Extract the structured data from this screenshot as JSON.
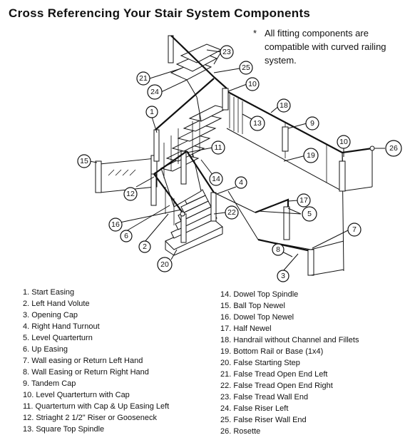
{
  "title": "Cross Referencing Your Stair System Components",
  "note": {
    "star": "*",
    "text": "All fitting components are compatible with curved railing system."
  },
  "legend_left": [
    "1. Start Easing",
    "2. Left Hand Volute",
    "3. Opening Cap",
    "4. Right Hand Turnout",
    "5. Level Quarterturn",
    "6. Up Easing",
    "7. Wall easing or Return Left Hand",
    "8. Wall Easing or Return Right Hand",
    "9. Tandem Cap",
    "10. Level Quarterturn with Cap",
    "11. Quarterturn with Cap & Up Easing Left",
    "12. Striaght 2 1/2\" Riser or Gooseneck",
    "13. Square Top Spindle"
  ],
  "legend_right": [
    "14. Dowel Top Spindle",
    "15. Ball Top Newel",
    "16. Dowel Top Newel",
    "17. Half Newel",
    "18. Handrail without Channel and Fillets",
    "19. Bottom Rail or Base (1x4)",
    "20. False Starting Step",
    "21. False Tread Open End Left",
    "22. False Tread Open End Right",
    "23. False Tread Wall End",
    "24. False Riser Left",
    "25. False Riser Wall End",
    "26. Rosette"
  ],
  "callouts": [
    "1",
    "2",
    "3",
    "4",
    "5",
    "5",
    "6",
    "7",
    "8",
    "9",
    "10",
    "10",
    "11",
    "12",
    "13",
    "14",
    "15",
    "16",
    "17",
    "18",
    "19",
    "20",
    "21",
    "22",
    "23",
    "24",
    "25",
    "26"
  ]
}
